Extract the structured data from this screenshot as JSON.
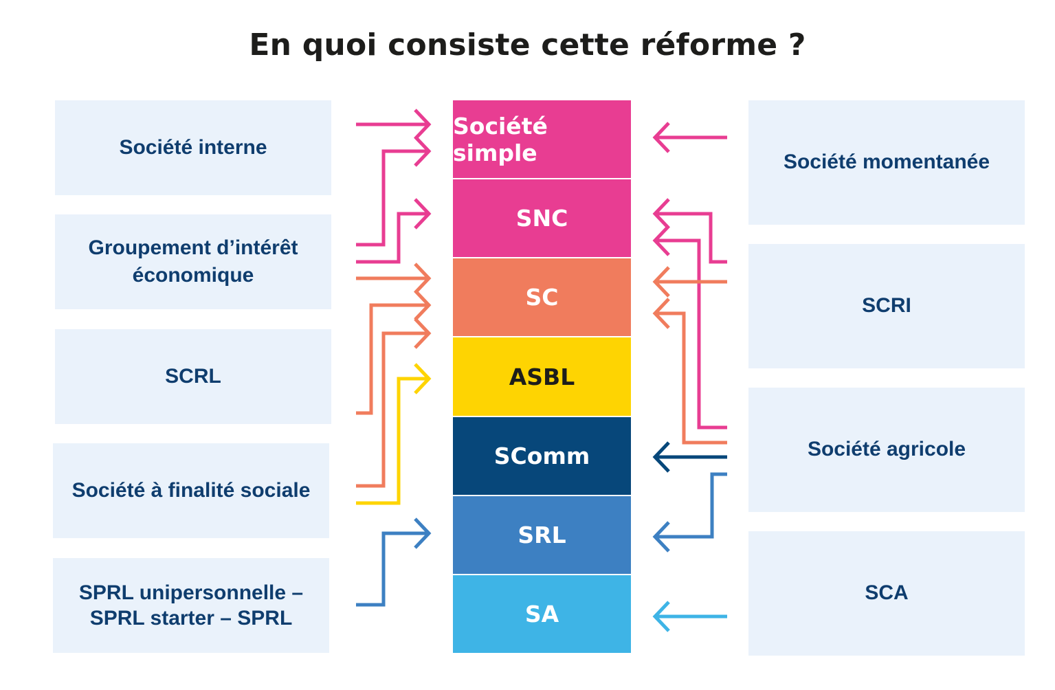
{
  "title": "En quoi consiste cette réforme ?",
  "old_forms_left": [
    "Société interne",
    "Groupement d’intérêt économique",
    "SCRL",
    "Société à finalité sociale",
    "SPRL unipersonnelle – SPRL starter – SPRL"
  ],
  "old_forms_right": [
    "Société momentanée",
    "SCRI",
    "Société agricole",
    "SCA"
  ],
  "new_forms": [
    {
      "label": "Société simple",
      "color": "#e83d92"
    },
    {
      "label": "SNC",
      "color": "#e83d92"
    },
    {
      "label": "SC",
      "color": "#f07c5d"
    },
    {
      "label": "ASBL",
      "color": "#fed402"
    },
    {
      "label": "SComm",
      "color": "#07477a"
    },
    {
      "label": "SRL",
      "color": "#3d80c2"
    },
    {
      "label": "SA",
      "color": "#3eb4e6"
    }
  ],
  "colors": {
    "box_background": "#eaf2fb",
    "box_text": "#0f3d6e",
    "asbl_text": "#1d1d1b"
  }
}
